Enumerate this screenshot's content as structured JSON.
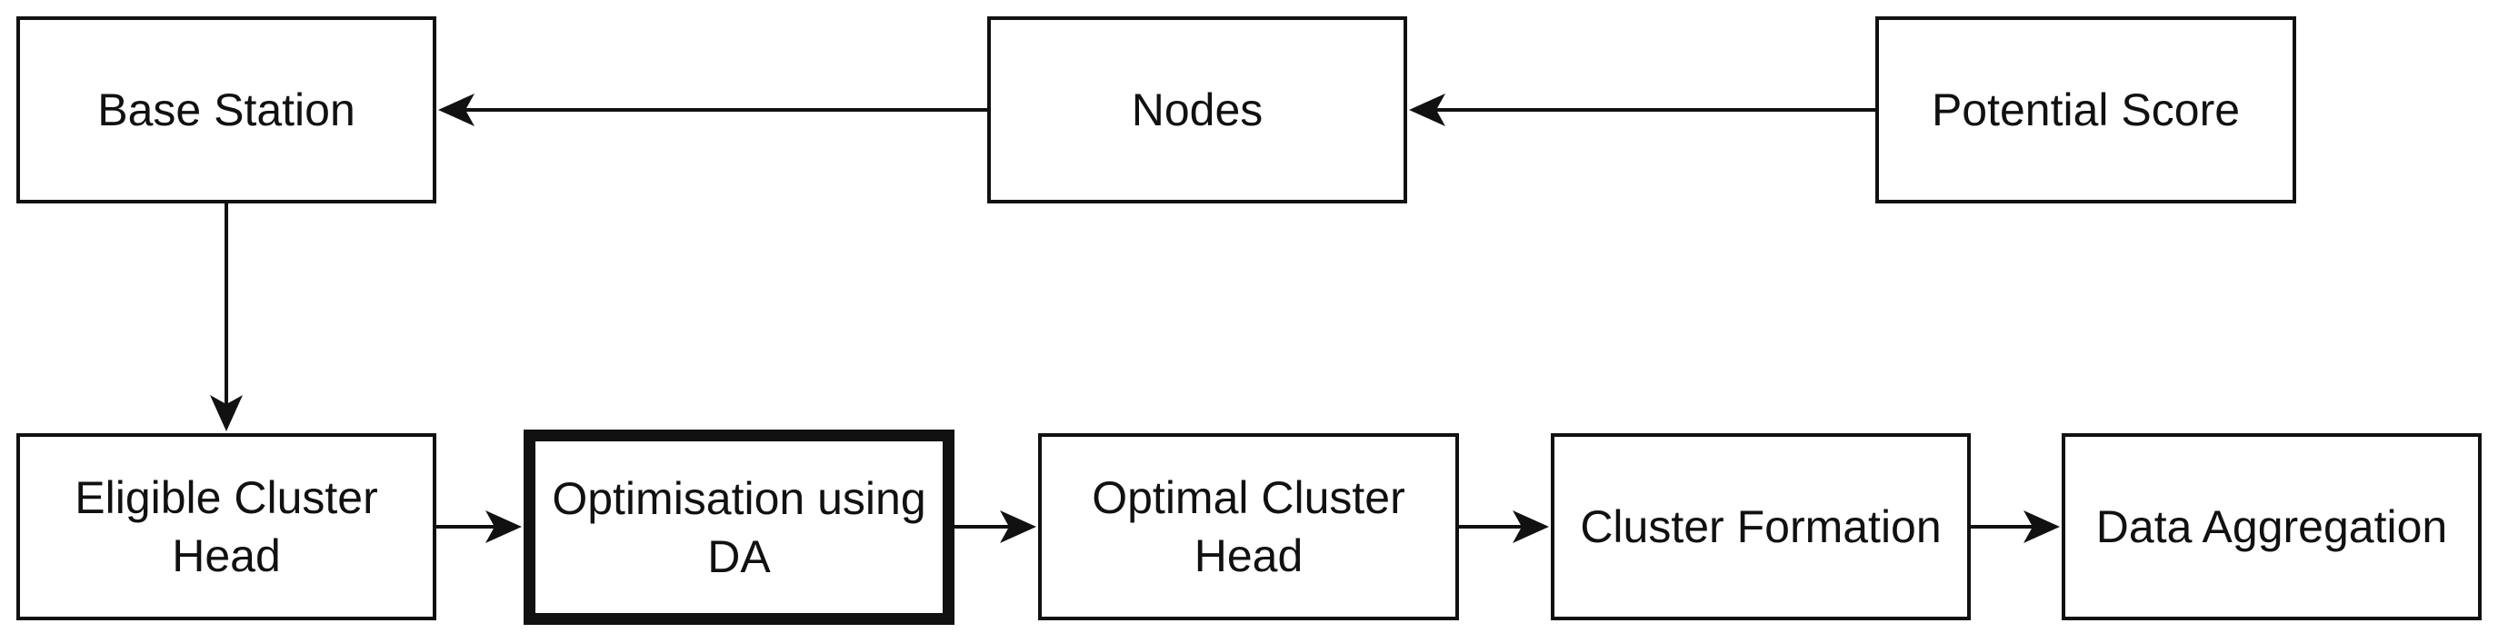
{
  "diagram": {
    "top_row": {
      "base_station": "Base Station",
      "nodes": "Nodes",
      "potential_score": "Potential Score"
    },
    "bottom_row": {
      "eligible_cluster_head": "Eligible Cluster Head",
      "optimisation_using_da": "Optimisation using DA",
      "optimal_cluster_head": "Optimal Cluster Head",
      "cluster_formation": "Cluster Formation",
      "data_aggregation": "Data Aggregation"
    }
  }
}
